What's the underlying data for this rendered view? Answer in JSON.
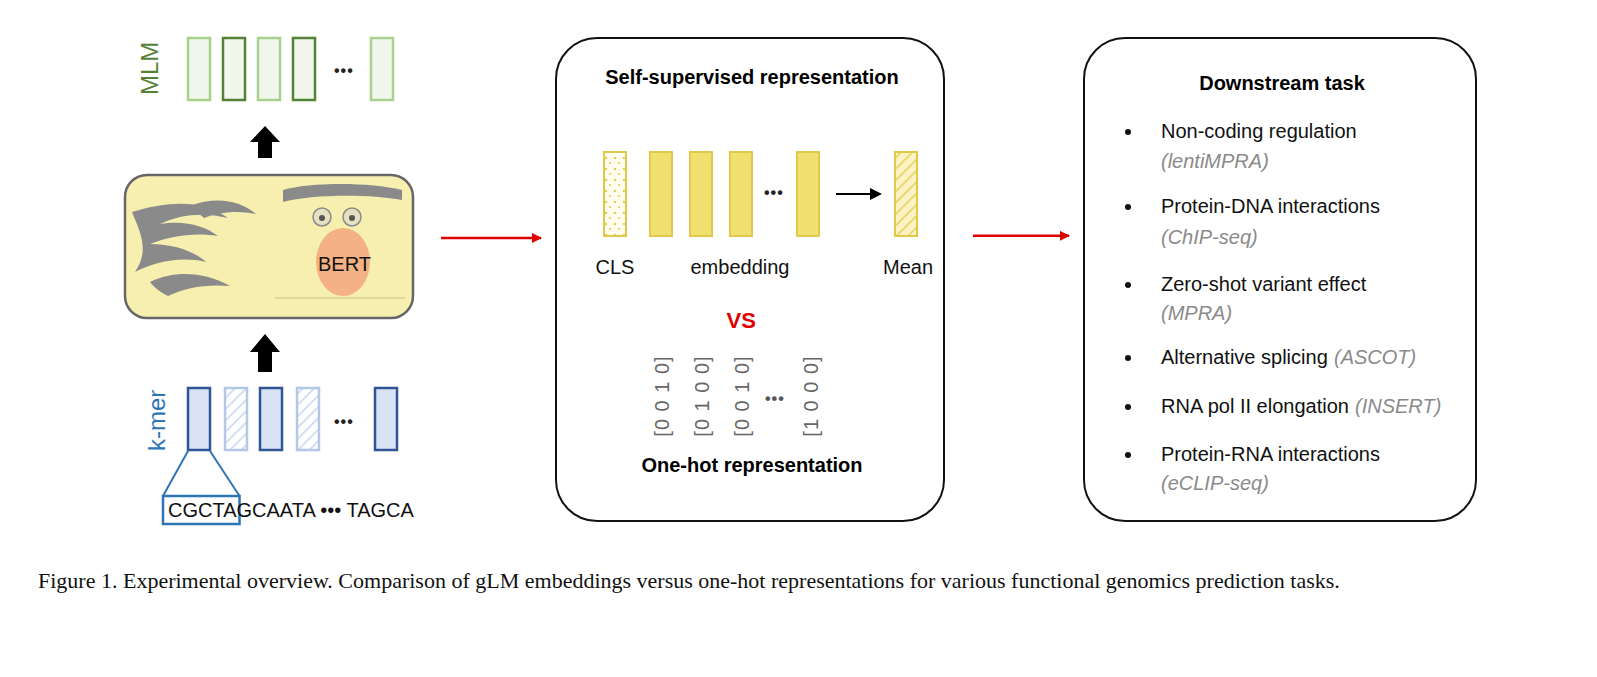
{
  "diagram": {
    "caption": "Figure 1. Experimental overview. Comparison of gLM embeddings versus one-hot representations for various functional genomics prediction tasks.",
    "nodes": [
      {
        "text": [
          "BERT"
        ]
      },
      {
        "text": [
          "Self-supervised representation",
          "One-hot representation"
        ]
      },
      {
        "text": [
          "Downstream task",
          "Non-coding regulation",
          "(lentiMPRA)",
          "Protein-DNA interactions",
          "(ChIP-seq)",
          "Zero-shot variant effect",
          "(MPRA)",
          "Alternative splicing",
          "(ASCOT)",
          "RNA pol II elongation",
          "(INSERT)",
          "Protein-RNA interactions",
          "(eCLIP-seq)"
        ]
      }
    ],
    "edges": [
      {
        "from": 0,
        "to": 1,
        "arrow": "to"
      },
      {
        "from": 1,
        "to": 2,
        "arrow": "to"
      }
    ],
    "labels": [
      "MLM",
      "•••",
      "k-mer",
      "•••",
      "CGCTAGCAATA ••• TAGCA",
      "CLS",
      "•••",
      "embedding",
      "Mean",
      "VS",
      "[0 0 1 0]",
      "[0 1 0 0]",
      "[0 0 1 0]",
      "•••",
      "[1 0 0 0]"
    ]
  }
}
